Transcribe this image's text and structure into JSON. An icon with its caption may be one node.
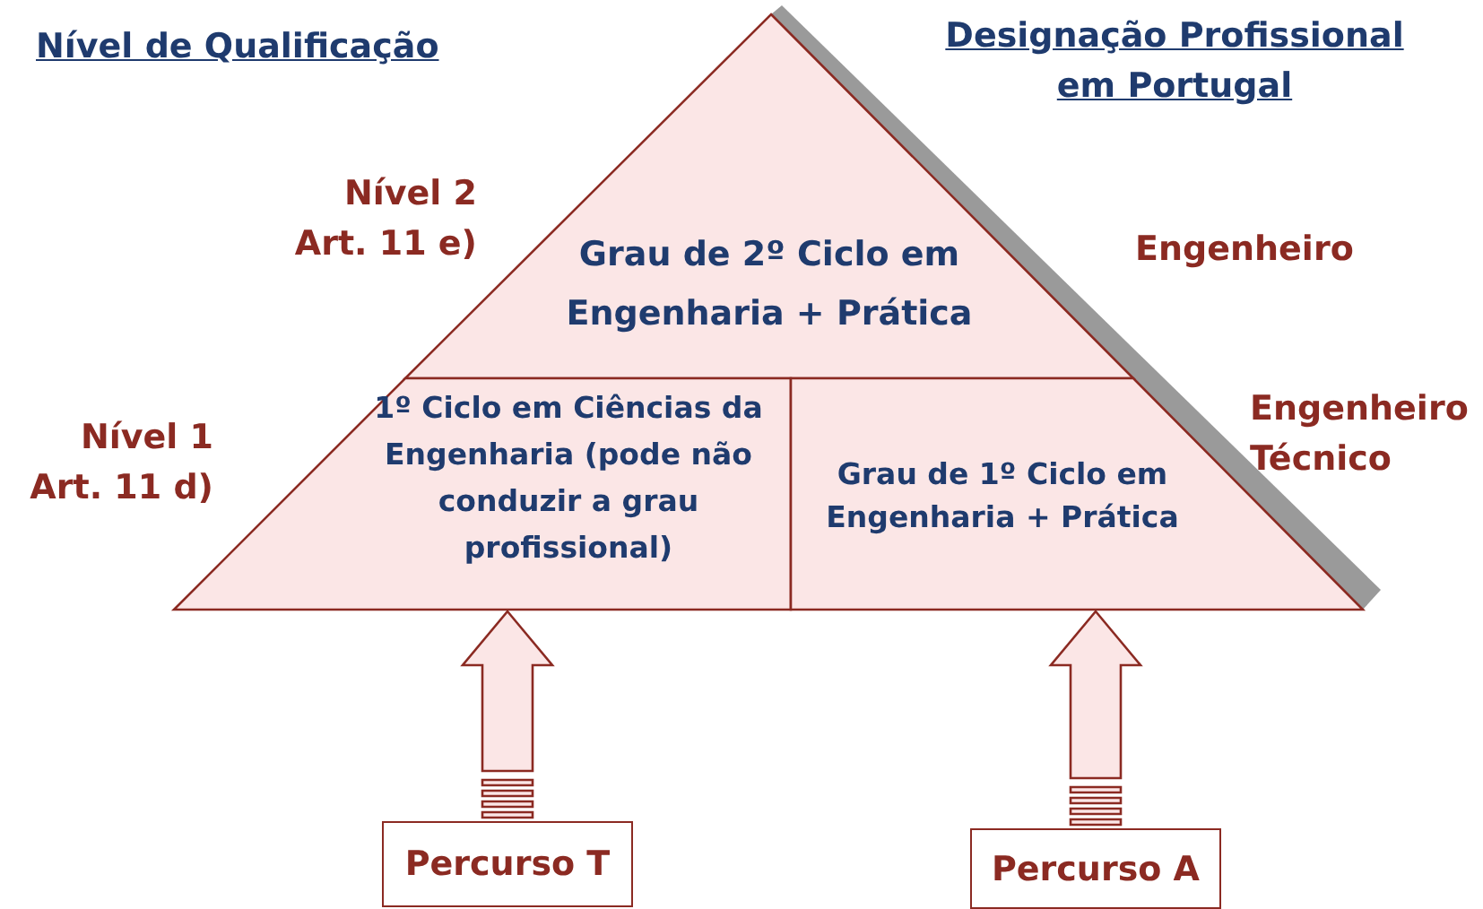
{
  "diagram": {
    "nodes": [
      {
        "text": [
          "Grau de 2º Ciclo em Engenharia + Prática"
        ]
      },
      {
        "text": [
          "1º Ciclo em Ciências da Engenharia (pode não conduzir a grau profissional)"
        ]
      },
      {
        "text": [
          "Grau de 1º Ciclo em Engenharia + Prática"
        ]
      },
      {
        "text": [
          "Percurso T"
        ]
      },
      {
        "text": [
          "Percurso A"
        ]
      }
    ],
    "edges": [
      {
        "from": 3,
        "to": 1,
        "arrow": "to"
      },
      {
        "from": 4,
        "to": 2,
        "arrow": "to"
      }
    ],
    "labels": [
      "Nível de Qualificação",
      "Designação Profissional em Portugal",
      "Nível 2 Art. 11 e)",
      "Engenheiro",
      "Nível 1 Art. 11 d)",
      "Engenheiro Técnico"
    ]
  }
}
